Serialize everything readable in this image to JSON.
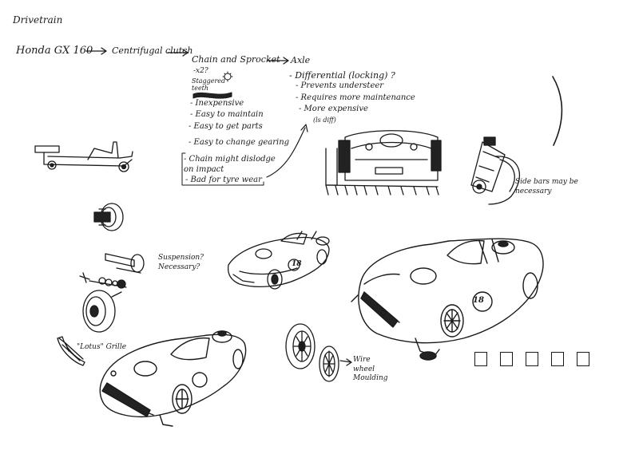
{
  "title": "Drivetrain",
  "flow": {
    "engine": "Honda GX 160",
    "clutch": "Centrifugal clutch",
    "transmission": "Chain and Sprocket",
    "axle": "Axle"
  },
  "chain_notes": {
    "x2": "-x2?",
    "staggered": "Staggered teeth",
    "items": [
      "- Inexpensive",
      "- Easy to maintain",
      "- Easy to get parts",
      "- Easy to change gearing",
      "- Chain might dislodge on impact",
      "- Bad for tyre wear"
    ]
  },
  "axle_notes": {
    "differential": "- Differential (locking) ?",
    "items": [
      "- Prevents understeer",
      "- Requires more maintenance",
      "- More expensive"
    ],
    "ls_diff": "(ls diff)"
  },
  "annotations": {
    "suspension": "Suspension? Necessary?",
    "grille": "\"Lotus\" Grille",
    "side_bars": "Side bars may be necessary",
    "wire_wheel": "Wire wheel Moulding"
  },
  "car_number": "18",
  "checkbox_count": 5
}
